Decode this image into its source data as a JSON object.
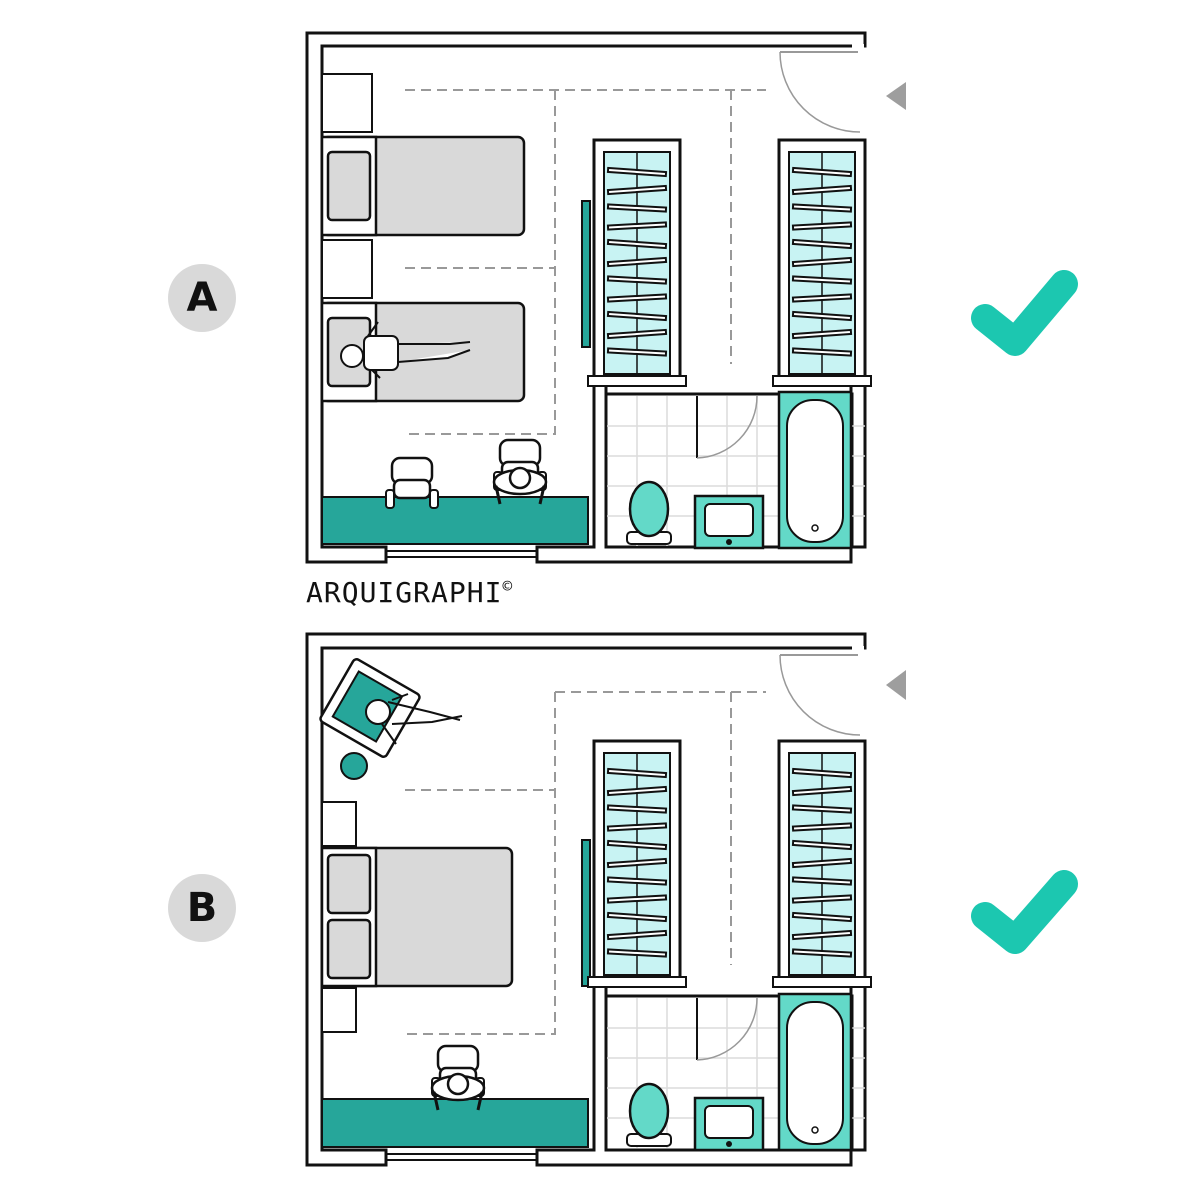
{
  "brand": {
    "text": "ARQUIGRAPHI",
    "mark": "©"
  },
  "options": [
    {
      "label": "A",
      "layout": "two single beds, two desk chairs",
      "status": "check-icon"
    },
    {
      "label": "B",
      "layout": "double bed, armchair with side table, one desk chair",
      "status": "check-icon"
    }
  ],
  "colors": {
    "accent": "#26a69a",
    "check": "#1cc7b0",
    "wardrobe_glass": "#c8f3f3",
    "fixture": "#63d9c8",
    "bed": "#d9d9d9",
    "wall": "#111111",
    "label_bg": "#d9d9d9"
  },
  "icons": [
    "check-icon",
    "entry-arrow-icon",
    "door-swing-icon",
    "bed-icon",
    "chair-icon",
    "person-icon",
    "toilet-icon",
    "sink-icon",
    "bathtub-icon",
    "wardrobe-icon"
  ]
}
